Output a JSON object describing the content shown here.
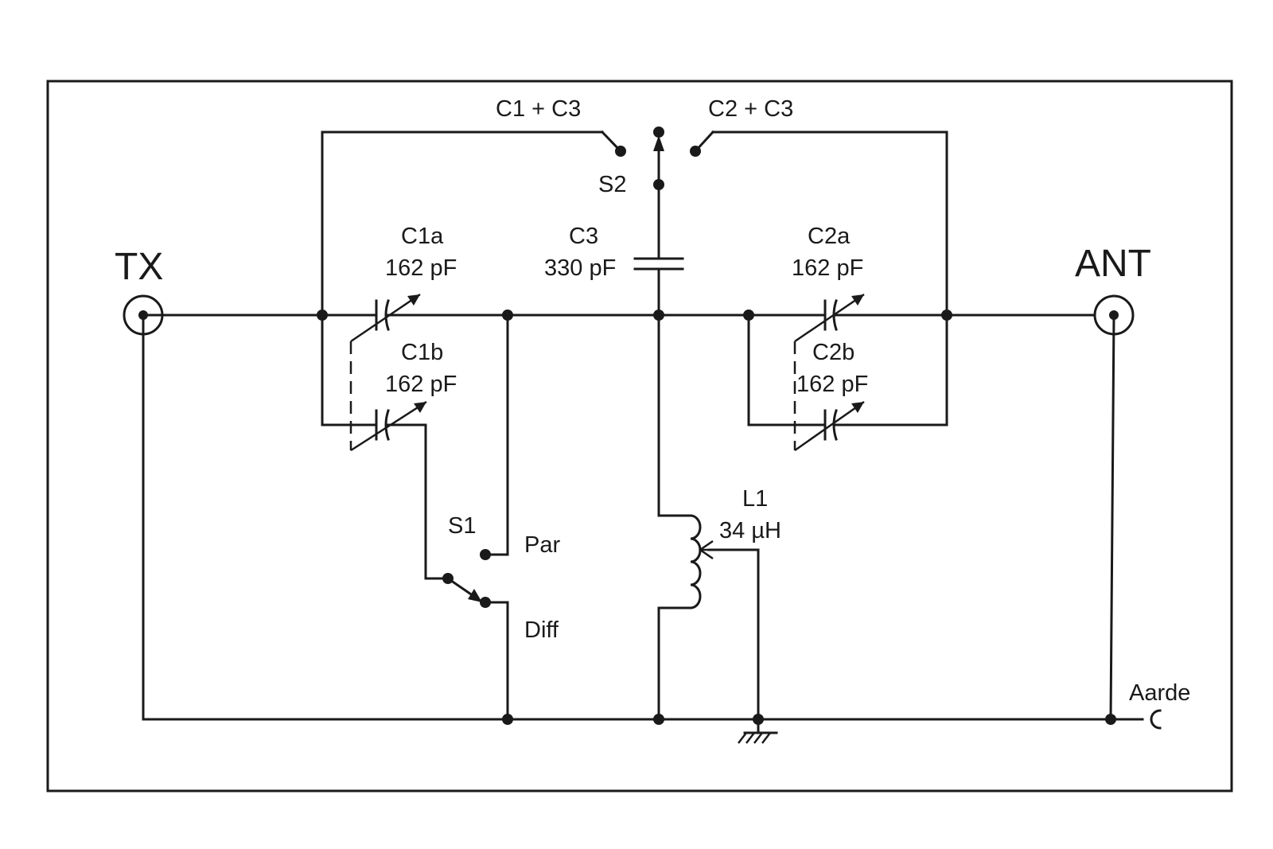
{
  "labels": {
    "tx": "TX",
    "ant": "ANT",
    "s2_left": "C1 + C3",
    "s2_right": "C2 + C3",
    "s2": "S2",
    "c3_name": "C3",
    "c3_value": "330 pF",
    "c1a_name": "C1a",
    "c1a_value": "162 pF",
    "c1b_name": "C1b",
    "c1b_value": "162 pF",
    "c2a_name": "C2a",
    "c2a_value": "162 pF",
    "c2b_name": "C2b",
    "c2b_value": "162 pF",
    "s1": "S1",
    "par": "Par",
    "diff": "Diff",
    "l1_name": "L1",
    "l1_value": "34 µH",
    "aarde": "Aarde"
  }
}
